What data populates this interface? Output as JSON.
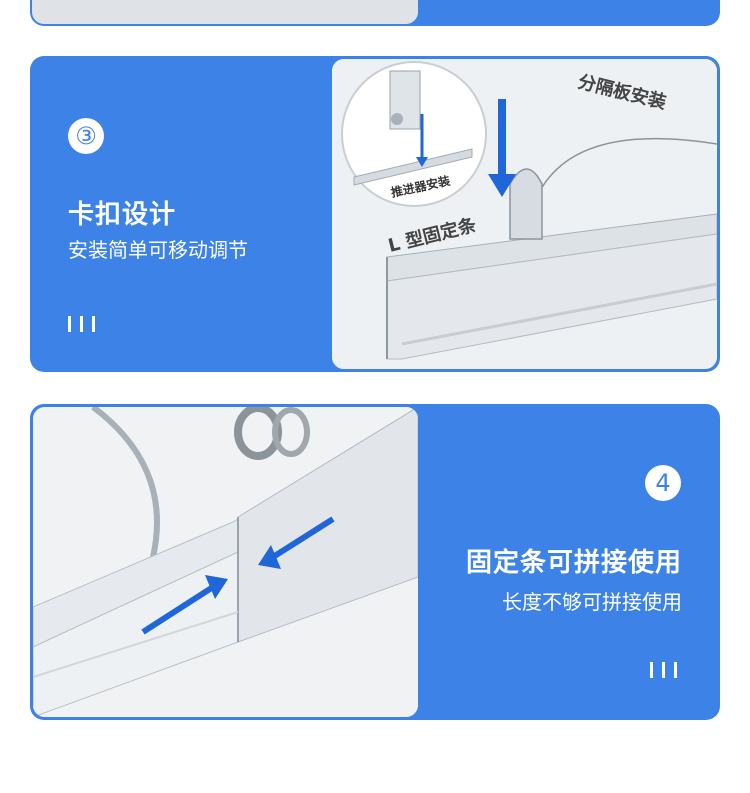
{
  "sections": [
    {
      "number": "③",
      "title": "卡扣设计",
      "subtitle": "安装简单可移动调节"
    },
    {
      "number": "4",
      "title": "固定条可拼接使用",
      "subtitle": "长度不够可拼接使用"
    }
  ],
  "photo_labels": {
    "divider": "分隔板安装",
    "pusher": "推进器安装",
    "strip": "L 型固定条"
  },
  "colors": {
    "accent": "#3d82e6",
    "arrow": "#1f66d8"
  }
}
